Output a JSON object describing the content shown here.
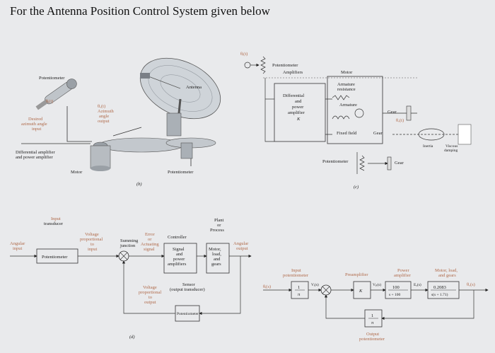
{
  "title": "For the Antenna Position Control System given below",
  "physical": {
    "potentiometer": "Potentiometer",
    "theta_i": "θᵢ(t)",
    "desired_l1": "Desired",
    "desired_l2": "azimuth angle",
    "desired_l3": "input",
    "antenna": "Antenna",
    "theta_o_l1": "θₒ(t)",
    "theta_o_l2": "Azimuth",
    "theta_o_l3": "angle",
    "theta_o_l4": "output",
    "diff_amp_l1": "Differential amplifier",
    "diff_amp_l2": "and power amplifier",
    "motor": "Motor",
    "potentiometer2": "Potentiometer",
    "label_b": "(b)"
  },
  "schematic": {
    "theta_i": "θᵢ(t)",
    "potentiometer": "Potentiometer",
    "amplifiers": "Amplifiers",
    "motor": "Motor",
    "armature_resistance_l1": "Armature",
    "armature_resistance_l2": "resistance",
    "armature": "Armature",
    "diff_l1": "Differential",
    "diff_l2": "and",
    "diff_l3": "power",
    "diff_l4": "amplifier",
    "diff_l5": "K",
    "fixed_field": "Fixed field",
    "gear": "Gear",
    "gear2": "Gear",
    "gear3": "Gear",
    "theta_o": "θₒ(t)",
    "inertia": "Inertia",
    "viscous_l1": "Viscous",
    "viscous_l2": "damping",
    "potentiometer2": "Potentiometer",
    "label_c": "(c)"
  },
  "block_diagram": {
    "input_transducer_l1": "Input",
    "input_transducer_l2": "transducer",
    "voltage_prop_l1": "Voltage",
    "voltage_prop_l2": "proportional",
    "voltage_prop_l3": "to",
    "voltage_prop_l4": "input",
    "summing_l1": "Summing",
    "summing_l2": "junction",
    "error_l1": "Error",
    "error_l2": "or",
    "error_l3": "Actuating",
    "error_l4": "signal",
    "controller": "Controller",
    "plant_l1": "Plant",
    "plant_l2": "or",
    "plant_l3": "Process",
    "angular_input_l1": "Angular",
    "angular_input_l2": "input",
    "potentiometer": "Potentiometer",
    "signal_l1": "Signal",
    "signal_l2": "and",
    "signal_l3": "power",
    "signal_l4": "amplifiers",
    "motor_l1": "Motor,",
    "motor_l2": "load,",
    "motor_l3": "and",
    "motor_l4": "gears",
    "angular_output_l1": "Angular",
    "angular_output_l2": "output",
    "sensor_l1": "Sensor",
    "sensor_l2": "(output transducer)",
    "voltage_out_l1": "Voltage",
    "voltage_out_l2": "proportional",
    "voltage_out_l3": "to",
    "voltage_out_l4": "output",
    "potentiometer2": "Potentiometer",
    "label_d": "(d)"
  },
  "transfer_diagram": {
    "theta_i": "θᵢ(s)",
    "input_pot_l1": "Input",
    "input_pot_l2": "potentiometer",
    "gain_in_num": "1",
    "gain_in_den": "π",
    "preamp": "Preamplifier",
    "K": "K",
    "power_amp_l1": "Power",
    "power_amp_l2": "amplifier",
    "power_num": "100",
    "power_den": "s + 100",
    "motor_l1": "Motor, load,",
    "motor_l2": "and gears",
    "motor_num": "0.2083",
    "motor_den": "s(s + 1.71)",
    "theta_o": "θₒ(s)",
    "fb_num": "1",
    "fb_den": "π",
    "output_pot_l1": "Output",
    "output_pot_l2": "potentiometer",
    "vi": "Vᵢ(s)",
    "vp": "Vₚ(s)",
    "ea": "Eₐ(s)"
  }
}
